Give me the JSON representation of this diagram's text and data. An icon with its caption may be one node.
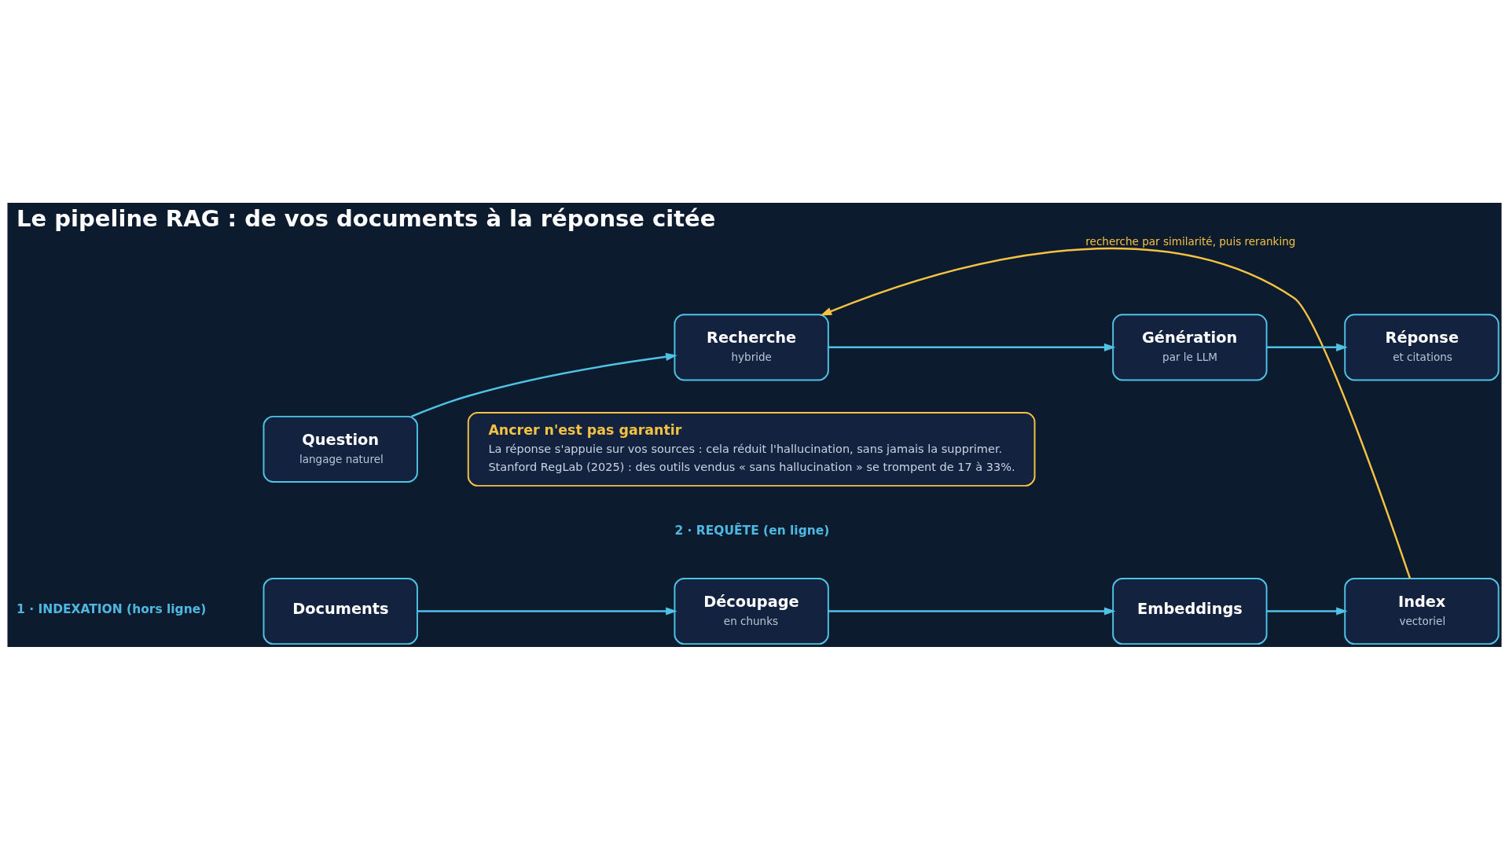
{
  "diagram": {
    "title": "Le pipeline RAG : de vos documents à la réponse citée",
    "nodes": [
      {
        "text": [
          "Documents"
        ]
      },
      {
        "text": [
          "Découpage",
          "en chunks"
        ]
      },
      {
        "text": [
          "Embeddings"
        ]
      },
      {
        "text": [
          "Index",
          "vectoriel"
        ]
      },
      {
        "text": [
          "Question",
          "langage naturel"
        ]
      },
      {
        "text": [
          "Recherche",
          "hybride"
        ]
      },
      {
        "text": [
          "Génération",
          "par le LLM"
        ]
      },
      {
        "text": [
          "Réponse",
          "et citations"
        ]
      },
      {
        "text": [
          "Ancrer n'est pas garantir",
          "La réponse s'appuie sur vos sources : cela réduit l'hallucination, sans jamais la supprimer.",
          "Stanford RegLab (2025) : des outils vendus « sans hallucination » se trompent de 17 à 33%."
        ]
      }
    ],
    "edges": [
      {
        "from": 0,
        "to": 1,
        "arrow": "to"
      },
      {
        "from": 1,
        "to": 2,
        "arrow": "to"
      },
      {
        "from": 2,
        "to": 3,
        "arrow": "to"
      },
      {
        "from": 3,
        "to": 5,
        "arrow": "to",
        "label": "recherche par similarité, puis reranking",
        "color": "#f5c242"
      },
      {
        "from": 4,
        "to": 5,
        "arrow": "to"
      },
      {
        "from": 5,
        "to": 6,
        "arrow": "to"
      },
      {
        "from": 6,
        "to": 7,
        "arrow": "to"
      }
    ],
    "labels": [
      "1 · INDEXATION (hors ligne)",
      "2 · REQUÊTE (en ligne)"
    ]
  }
}
